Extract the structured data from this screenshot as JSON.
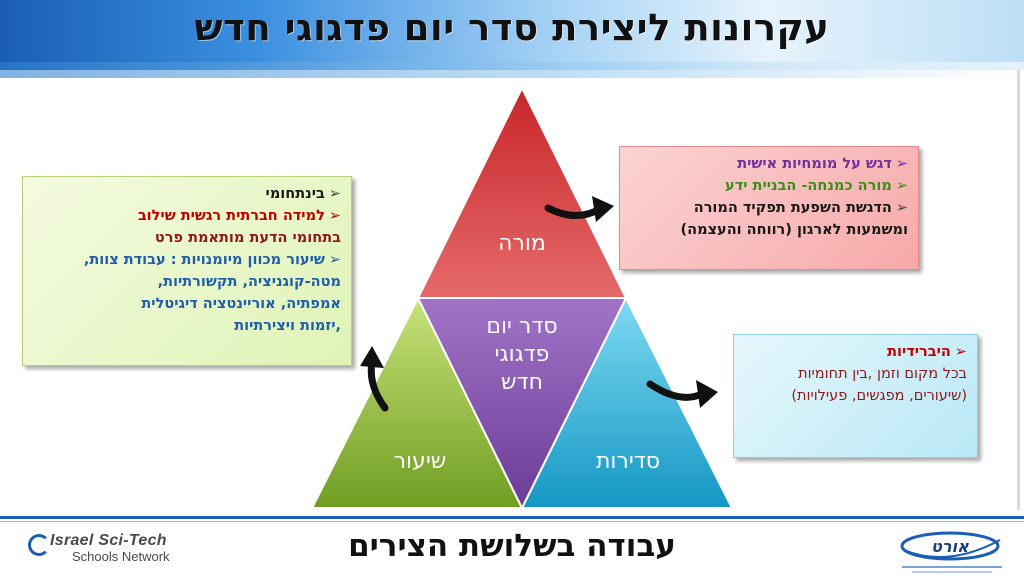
{
  "header": {
    "title": "עקרונות ליצירת סדר יום פדגוגי חדש"
  },
  "footer": {
    "subtitle": "עבודה בשלושת הצירים",
    "left_logo": {
      "line1": "Israel Sci-Tech",
      "line2": "Schools Network"
    },
    "right_logo": {
      "mark": "אורט"
    }
  },
  "triangle": {
    "top_label": "מורה",
    "center_label_lines": [
      "סדר יום",
      "פדגוגי",
      "חדש"
    ],
    "left_label": "שיעור",
    "right_label": "סדירות",
    "colors": {
      "top": "#d93a3a",
      "center": "#8a4fb0",
      "left": "#8fba3a",
      "right": "#2aaed4"
    }
  },
  "box_left": {
    "lines": [
      {
        "bullet": "➢",
        "text": "בינתחומי"
      },
      {
        "bullet": "➢",
        "text": "למידה חברתית רגשית שילוב"
      },
      {
        "bullet": "",
        "text": "בתחומי הדעת מותאמת פרט"
      },
      {
        "bullet": "➢",
        "text": "שיעור מכוון מיומנויות : עבודת צוות,"
      },
      {
        "bullet": "",
        "text": "מטה-קוגניציה, תקשורתיות,"
      },
      {
        "bullet": "",
        "text": "אמפתיה, אוריינטציה דיגיטלית"
      },
      {
        "bullet": "",
        "text": ",יזמות ויצירתיות"
      }
    ]
  },
  "box_top_right": {
    "lines": [
      {
        "bullet": "➢",
        "text": "דגש על מומחיות אישית"
      },
      {
        "bullet": "➢",
        "text": "מורה כמנחה- הבניית ידע"
      },
      {
        "bullet": "➢",
        "text": "הדגשת השפעת תפקיד המורה"
      },
      {
        "bullet": "",
        "text": "ומשמעות לארגון (רווחה והעצמה)"
      }
    ]
  },
  "box_bottom_right": {
    "lines": [
      {
        "bullet": "➢",
        "text": "היברידיות"
      },
      {
        "bullet": "",
        "text": "בכל מקום וזמן ,בין תחומיות"
      },
      {
        "bullet": "",
        "text": "(שיעורים, מפגשים, פעילויות)"
      }
    ]
  }
}
